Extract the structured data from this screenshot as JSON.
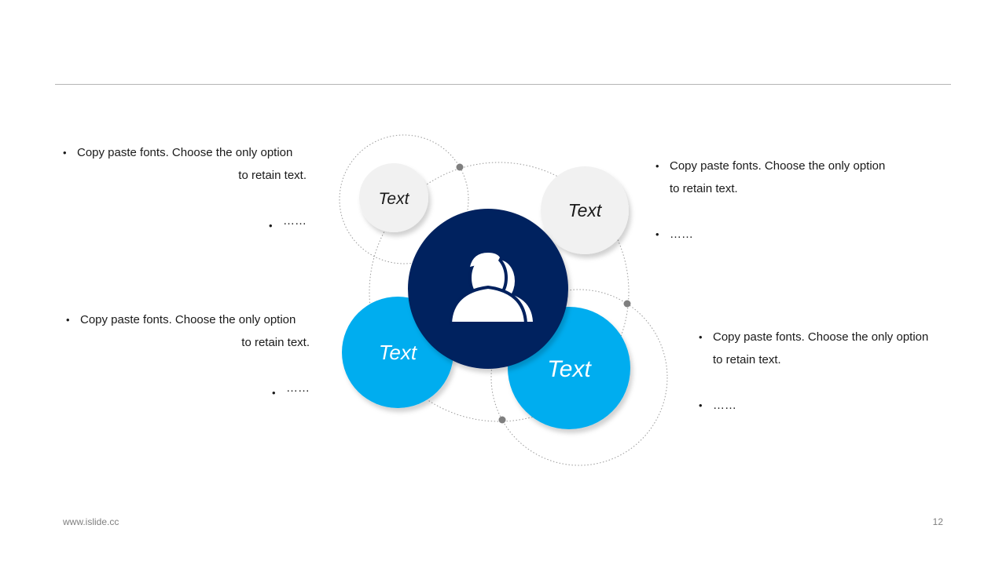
{
  "diagram": {
    "center_icon": "group-of-people-icon",
    "circles": [
      {
        "label": "Text"
      },
      {
        "label": "Text"
      },
      {
        "label": "Text"
      },
      {
        "label": "Text"
      }
    ]
  },
  "blocks": [
    {
      "line1": "Copy paste fonts. Choose the only option",
      "line2": "to retain text.",
      "extra": "……"
    },
    {
      "line1": "Copy paste fonts. Choose the only option",
      "line2": "to retain text.",
      "extra": "……"
    },
    {
      "line1": "Copy paste fonts. Choose the only option",
      "line2": "to retain text.",
      "extra": "……"
    },
    {
      "line1": "Copy paste fonts. Choose the only option",
      "line2": "to retain text.",
      "extra": "……"
    }
  ],
  "footer": {
    "url": "www.islide.cc",
    "page": "12"
  },
  "colors": {
    "navy": "#00215e",
    "blue": "#00adef",
    "light": "#f1f1f1",
    "rule": "#b5b5b5"
  }
}
